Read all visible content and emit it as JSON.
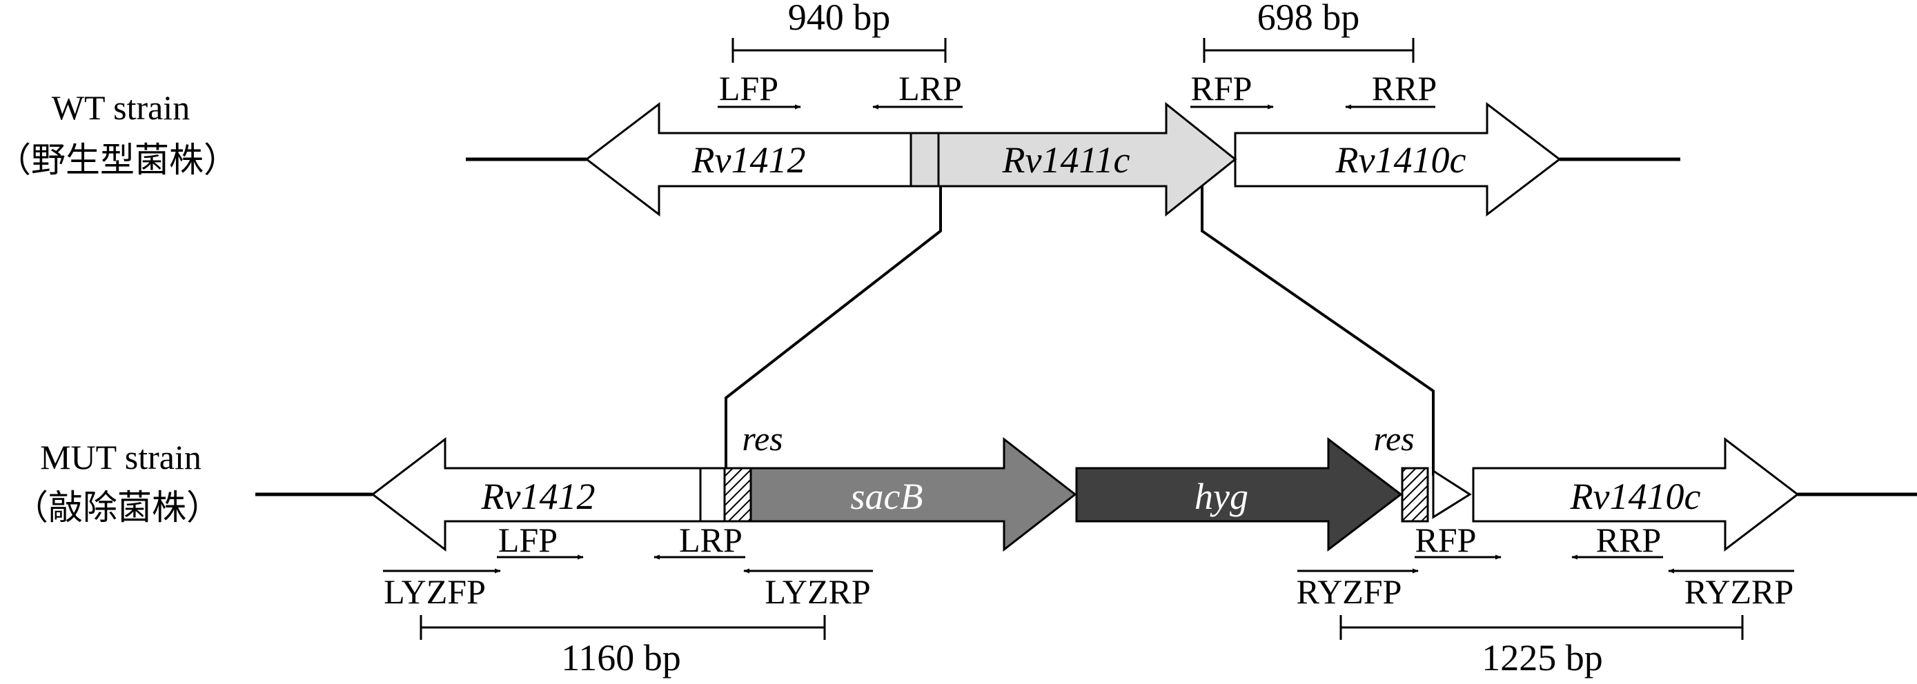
{
  "wt": {
    "strain_label": "WT strain",
    "strain_label_cn": "（野生型菌株）",
    "genes": {
      "left": "Rv1412",
      "middle": "Rv1411c",
      "right": "Rv1410c"
    },
    "primers": {
      "lfp": "LFP",
      "lrp": "LRP",
      "rfp": "RFP",
      "rrp": "RRP"
    },
    "left_amplicon": "940 bp",
    "right_amplicon": "698 bp"
  },
  "mut": {
    "strain_label": "MUT strain",
    "strain_label_cn": "（敲除菌株）",
    "genes": {
      "left": "Rv1412",
      "sacb": "sacB",
      "hyg": "hyg",
      "right": "Rv1410c"
    },
    "res_left": "res",
    "res_right": "res",
    "primers": {
      "lfp": "LFP",
      "lrp": "LRP",
      "rfp": "RFP",
      "rrp": "RRP",
      "lyzfp": "LYZFP",
      "lyzrp": "LYZRP",
      "ryzfp": "RYZFP",
      "ryzrp": "RYZRP"
    },
    "left_amplicon": "1160 bp",
    "right_amplicon": "1225 bp"
  },
  "colors": {
    "rv1411c_fill": "#dcdcdc",
    "sacb_fill": "#7f7f7f",
    "hyg_fill": "#404040",
    "white": "#ffffff",
    "stroke": "#000000"
  }
}
